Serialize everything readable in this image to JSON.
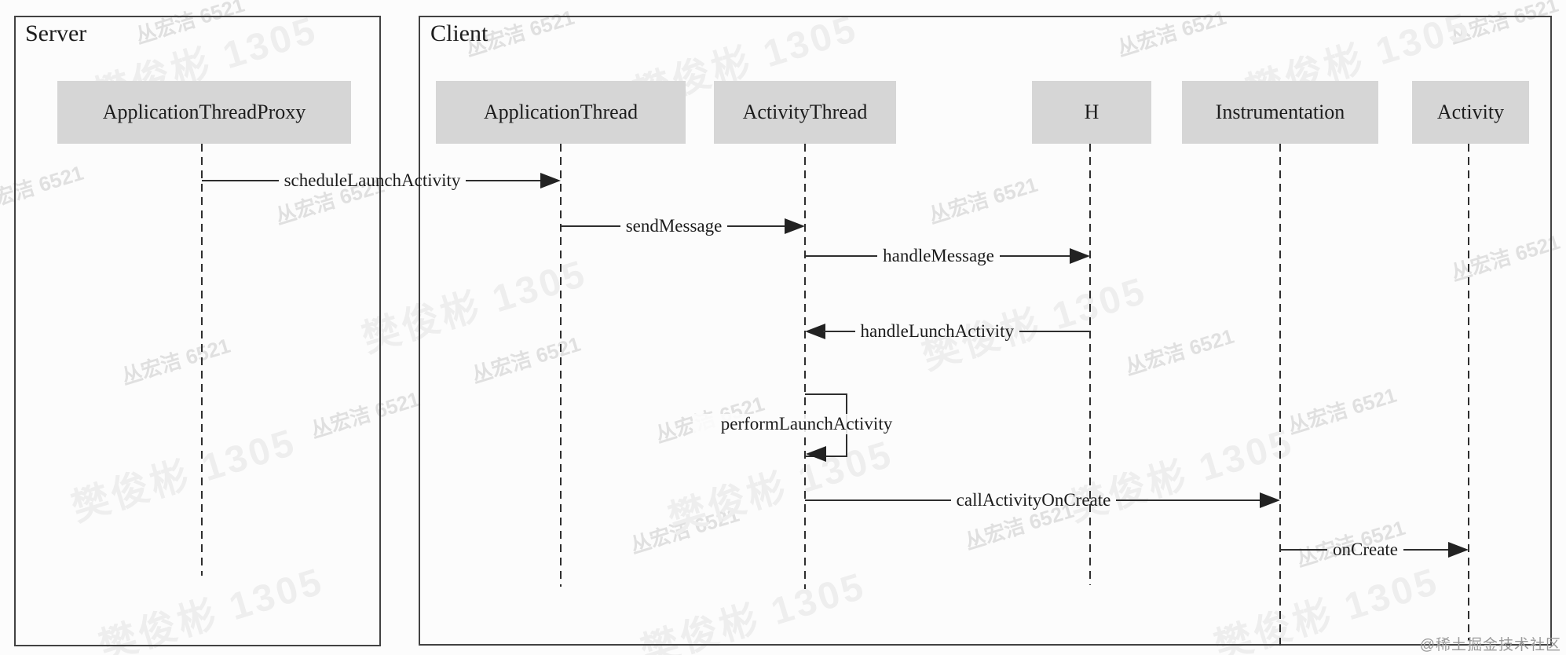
{
  "frames": {
    "server": {
      "title": "Server"
    },
    "client": {
      "title": "Client"
    }
  },
  "participants": [
    {
      "id": "ApplicationThreadProxy",
      "label": "ApplicationThreadProxy",
      "frame": "Server"
    },
    {
      "id": "ApplicationThread",
      "label": "ApplicationThread",
      "frame": "Client"
    },
    {
      "id": "ActivityThread",
      "label": "ActivityThread",
      "frame": "Client"
    },
    {
      "id": "H",
      "label": "H",
      "frame": "Client"
    },
    {
      "id": "Instrumentation",
      "label": "Instrumentation",
      "frame": "Client"
    },
    {
      "id": "Activity",
      "label": "Activity",
      "frame": "Client"
    }
  ],
  "messages": [
    {
      "label": "scheduleLaunchActivity",
      "from": "ApplicationThreadProxy",
      "to": "ApplicationThread",
      "direction": "right"
    },
    {
      "label": "sendMessage",
      "from": "ApplicationThread",
      "to": "ActivityThread",
      "direction": "right"
    },
    {
      "label": "handleMessage",
      "from": "ActivityThread",
      "to": "H",
      "direction": "right"
    },
    {
      "label": "handleLunchActivity",
      "from": "H",
      "to": "ActivityThread",
      "direction": "left"
    },
    {
      "label": "performLaunchActivity",
      "from": "ActivityThread",
      "to": "ActivityThread",
      "direction": "self"
    },
    {
      "label": "callActivityOnCreate",
      "from": "ActivityThread",
      "to": "Instrumentation",
      "direction": "right"
    },
    {
      "label": "onCreate",
      "from": "Instrumentation",
      "to": "Activity",
      "direction": "right"
    }
  ],
  "watermarks": {
    "small_text": "丛宏洁 6521",
    "large_text": "樊俊彬 1305",
    "credit": "@稀土掘金技术社区"
  },
  "colors": {
    "participant_fill": "#d6d6d6",
    "frame_border": "#424242",
    "line": "#2e2e2e",
    "text": "#1c1c1c",
    "background": "#fcfcfc",
    "watermark_small": "#e0e0e0",
    "watermark_large": "#eeeeee",
    "credit": "#9a9a9a"
  }
}
